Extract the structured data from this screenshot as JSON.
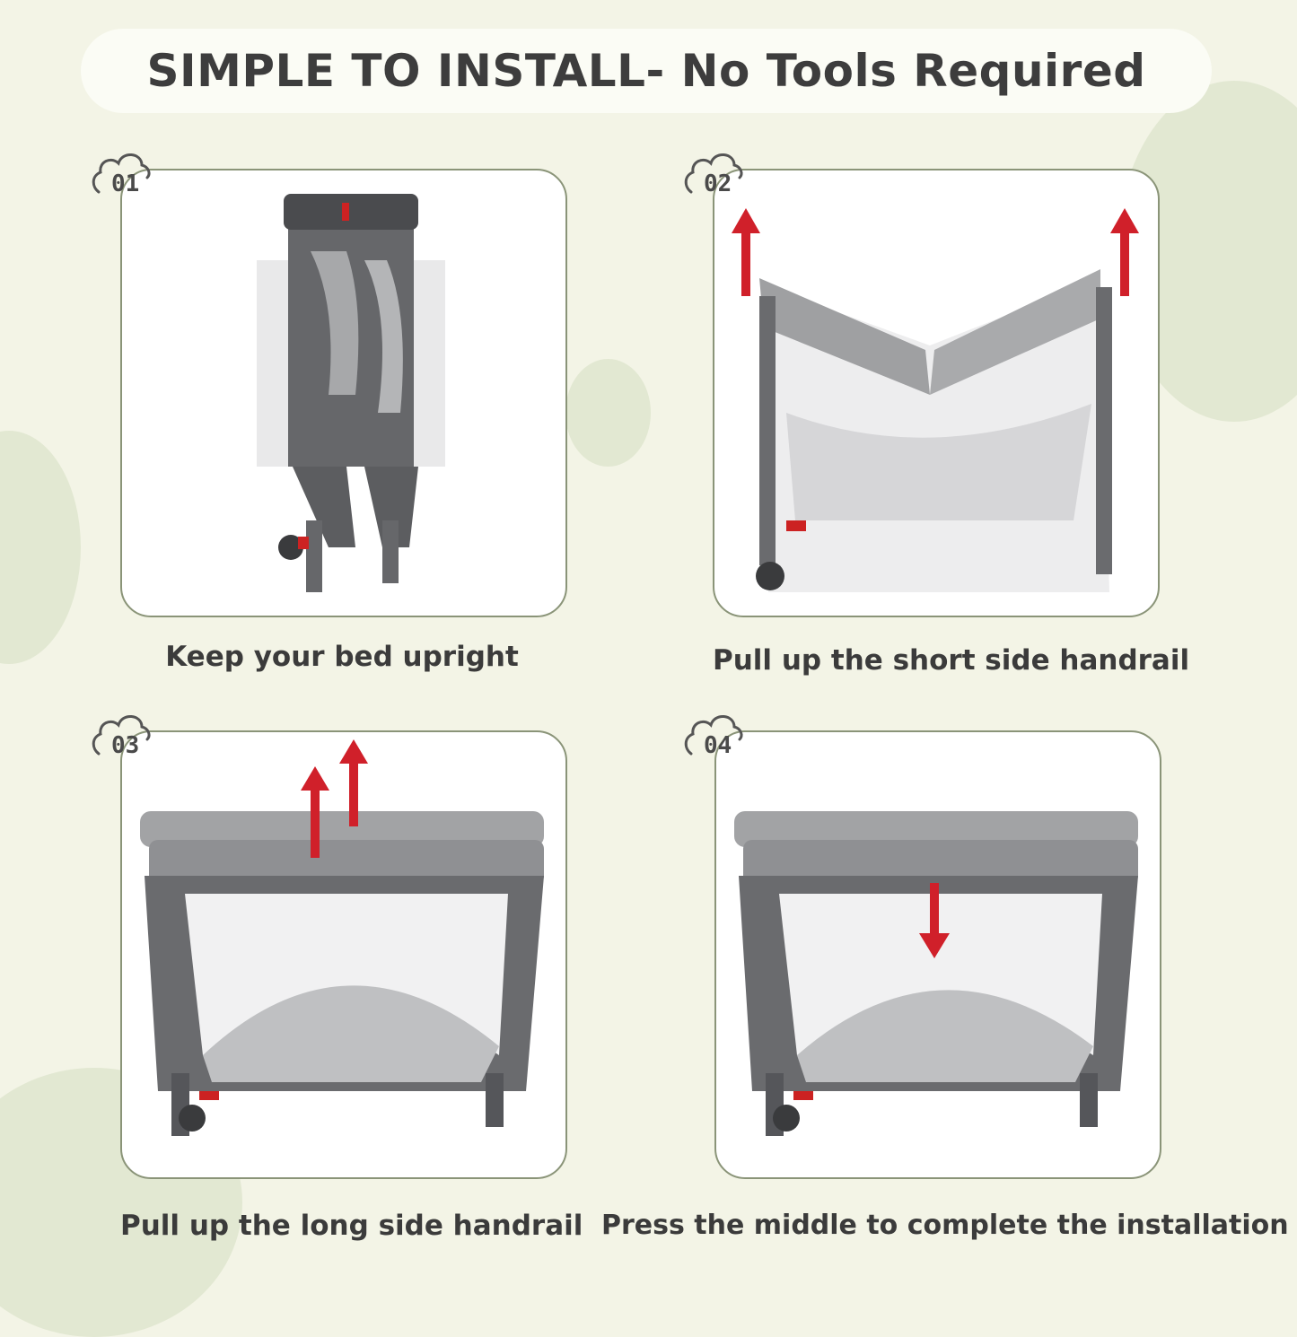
{
  "title": "SIMPLE TO INSTALL- No Tools Required",
  "colors": {
    "background": "#f3f4e6",
    "panel_border": "#8a9478",
    "frame": "#5e5f62",
    "fabric": "#9fa0a2",
    "arrow": "#d0202a"
  },
  "steps": [
    {
      "number": "01",
      "caption": "Keep your bed upright",
      "icon": "cloud-icon"
    },
    {
      "number": "02",
      "caption": "Pull up the short side handrail",
      "icon": "cloud-icon"
    },
    {
      "number": "03",
      "caption": "Pull up the long side handrail",
      "icon": "cloud-icon"
    },
    {
      "number": "04",
      "caption": "Press the middle to complete the installation",
      "icon": "cloud-icon"
    }
  ]
}
